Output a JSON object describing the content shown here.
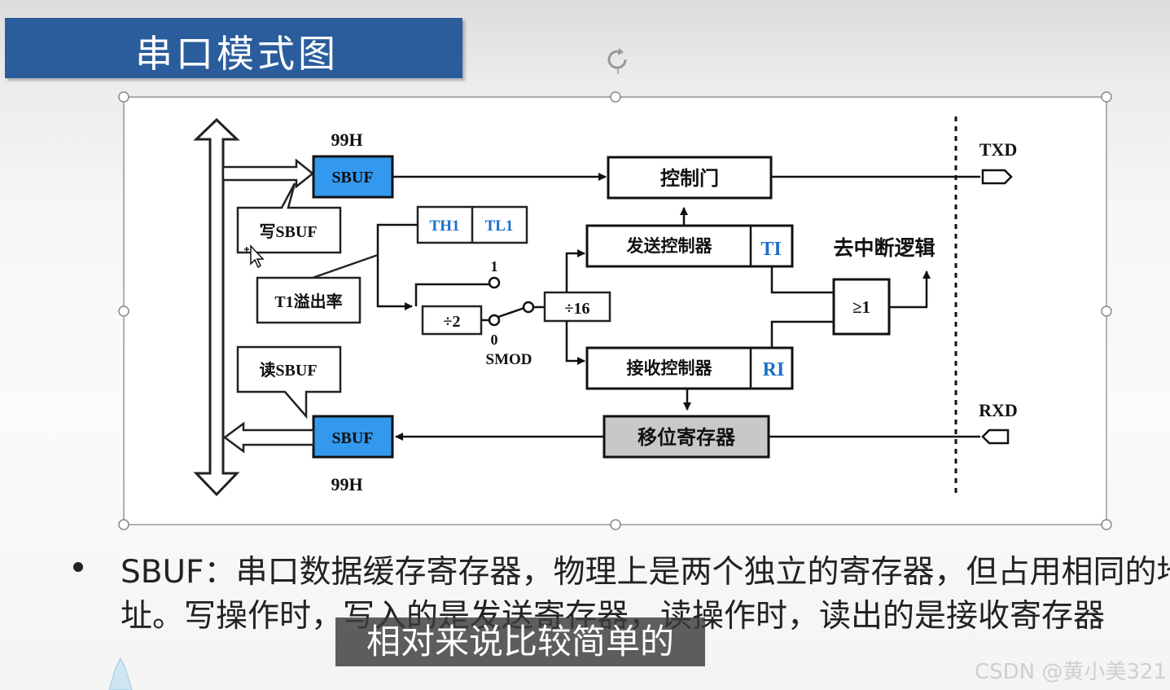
{
  "slide": {
    "title": "串口模式图"
  },
  "diagram": {
    "sbuf_top_label": "SBUF",
    "sbuf_top_addr": "99H",
    "sbuf_bottom_label": "SBUF",
    "sbuf_bottom_addr": "99H",
    "write_sbuf": "写SBUF",
    "read_sbuf": "读SBUF",
    "t1_overflow": "T1溢出率",
    "th1": "TH1",
    "tl1": "TL1",
    "div2": "÷2",
    "div16": "÷16",
    "switch_1": "1",
    "switch_0": "0",
    "smod": "SMOD",
    "control_gate": "控制门",
    "send_controller": "发送控制器",
    "ti": "TI",
    "receive_controller": "接收控制器",
    "ri": "RI",
    "or_gate": "≥1",
    "interrupt_logic": "去中断逻辑",
    "shift_register": "移位寄存器",
    "txd": "TXD",
    "rxd": "RXD",
    "colors": {
      "sbuf_fill": "#3399ee",
      "shift_register_fill": "#c8c8c8",
      "blue_text": "#1a6fc9"
    }
  },
  "bullet": {
    "text": "SBUF：串口数据缓存寄存器，物理上是两个独立的寄存器，但占用相同的地址。写操作时，写入的是发送寄存器，读操作时，读出的是接收寄存器"
  },
  "subtitle": "相对来说比较简单的",
  "watermark": "CSDN @黄小美321"
}
